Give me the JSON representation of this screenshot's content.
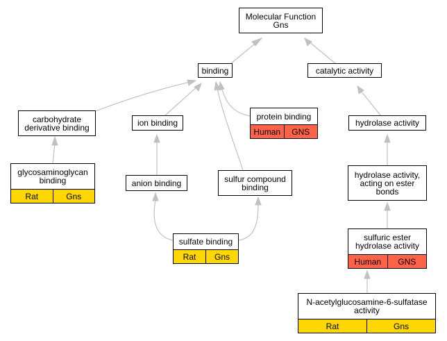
{
  "colors": {
    "edge": "#c0c0c0",
    "rat": "#ffd700",
    "human": "#ff6347"
  },
  "nodes": {
    "mf": {
      "title": "Molecular Function\nGns"
    },
    "binding": {
      "title": "binding"
    },
    "catalytic": {
      "title": "catalytic activity"
    },
    "carbo": {
      "title": "carbohydrate\nderivative binding"
    },
    "ion": {
      "title": "ion binding"
    },
    "protein": {
      "title": "protein binding",
      "species": "Human",
      "gene": "GNS"
    },
    "hydrolase": {
      "title": "hydrolase activity"
    },
    "glyco": {
      "title": "glycosaminoglycan\nbinding",
      "species": "Rat",
      "gene": "Gns"
    },
    "anion": {
      "title": "anion binding"
    },
    "sulfur": {
      "title": "sulfur compound\nbinding"
    },
    "ester": {
      "title": "hydrolase activity,\nacting on ester\nbonds"
    },
    "sulfate": {
      "title": "sulfate binding",
      "species": "Rat",
      "gene": "Gns"
    },
    "sulfuric": {
      "title": "sulfuric ester\nhydrolase activity",
      "species": "Human",
      "gene": "GNS"
    },
    "nacetyl": {
      "title": "N-acetylglucosamine-6-sulfatase\nactivity",
      "species": "Rat",
      "gene": "Gns"
    }
  }
}
